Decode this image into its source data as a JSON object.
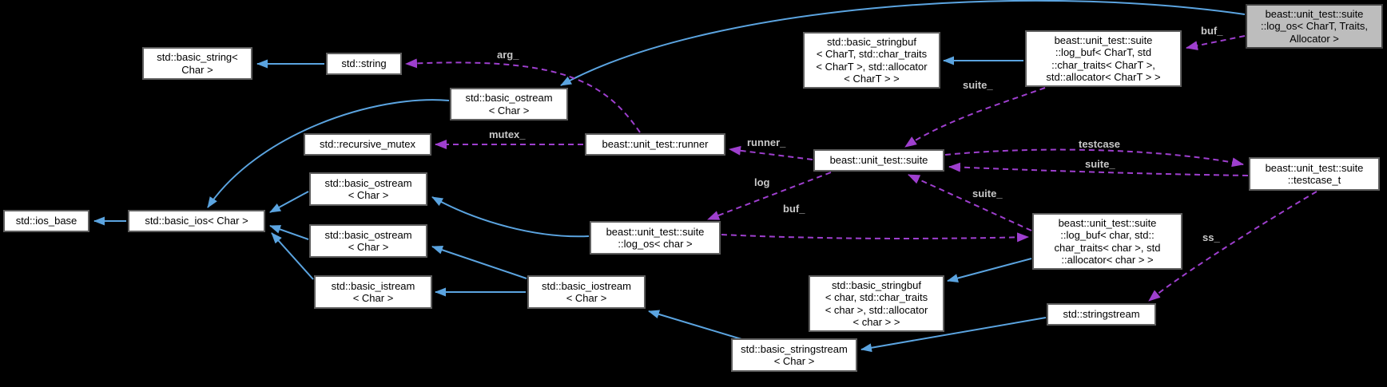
{
  "diagram": {
    "background_color": "#000000",
    "colors": {
      "inheritance_arrow": "#5ba4e0",
      "usage_arrow": "#9e3fce",
      "node_fill": "#ffffff",
      "node_border": "#5e5e5e",
      "selected_node_fill": "#bdbdbd",
      "edge_label_text": "#c8c8c8",
      "node_text": "#000000"
    },
    "nodes": {
      "basic_string_char": {
        "lines": [
          "std::basic_string<",
          "Char >"
        ]
      },
      "std_string": {
        "lines": [
          "std::string"
        ]
      },
      "ostream_top": {
        "lines": [
          "std::basic_ostream",
          "< Char >"
        ]
      },
      "stringbuf_chart": {
        "lines": [
          "std::basic_stringbuf",
          "< CharT, std::char_traits",
          "< CharT >, std::allocator",
          "< CharT > >"
        ]
      },
      "log_buf_chart": {
        "lines": [
          "beast::unit_test::suite",
          "::log_buf< CharT, std",
          "::char_traits< CharT >,",
          "std::allocator< CharT > >"
        ]
      },
      "log_os_main": {
        "lines": [
          "beast::unit_test::suite",
          "::log_os< CharT, Traits,",
          "Allocator >"
        ]
      },
      "recursive_mutex": {
        "lines": [
          "std::recursive_mutex"
        ]
      },
      "runner": {
        "lines": [
          "beast::unit_test::runner"
        ]
      },
      "suite": {
        "lines": [
          "beast::unit_test::suite"
        ]
      },
      "testcase_t": {
        "lines": [
          "beast::unit_test::suite",
          "::testcase_t"
        ]
      },
      "ios_base": {
        "lines": [
          "std::ios_base"
        ]
      },
      "basic_ios": {
        "lines": [
          "std::basic_ios< Char >"
        ]
      },
      "ostream_mid": {
        "lines": [
          "std::basic_ostream",
          "< Char >"
        ]
      },
      "ostream_low": {
        "lines": [
          "std::basic_ostream",
          "< Char >"
        ]
      },
      "istream": {
        "lines": [
          "std::basic_istream",
          "< Char >"
        ]
      },
      "iostream": {
        "lines": [
          "std::basic_iostream",
          "< Char >"
        ]
      },
      "log_os_char": {
        "lines": [
          "beast::unit_test::suite",
          "::log_os< char >"
        ]
      },
      "log_buf_char": {
        "lines": [
          "beast::unit_test::suite",
          "::log_buf< char, std::",
          "char_traits< char >, std",
          "::allocator< char > >"
        ]
      },
      "stringbuf_char": {
        "lines": [
          "std::basic_stringbuf",
          "< char, std::char_traits",
          "< char >, std::allocator",
          "< char > >"
        ]
      },
      "stringstream": {
        "lines": [
          "std::stringstream"
        ]
      },
      "basic_stringstream": {
        "lines": [
          "std::basic_stringstream",
          "< Char >"
        ]
      }
    },
    "edge_labels": {
      "arg": {
        "text": "arg_"
      },
      "mutex": {
        "text": "mutex_"
      },
      "runner": {
        "text": "runner_"
      },
      "suite_top": {
        "text": "suite_"
      },
      "testcase": {
        "text": "testcase"
      },
      "suite_right": {
        "text": "suite_"
      },
      "log": {
        "text": "log"
      },
      "suite_mid": {
        "text": "suite_"
      },
      "buf_top": {
        "text": "buf_"
      },
      "buf_mid": {
        "text": "buf_"
      },
      "ss": {
        "text": "ss_"
      }
    }
  }
}
